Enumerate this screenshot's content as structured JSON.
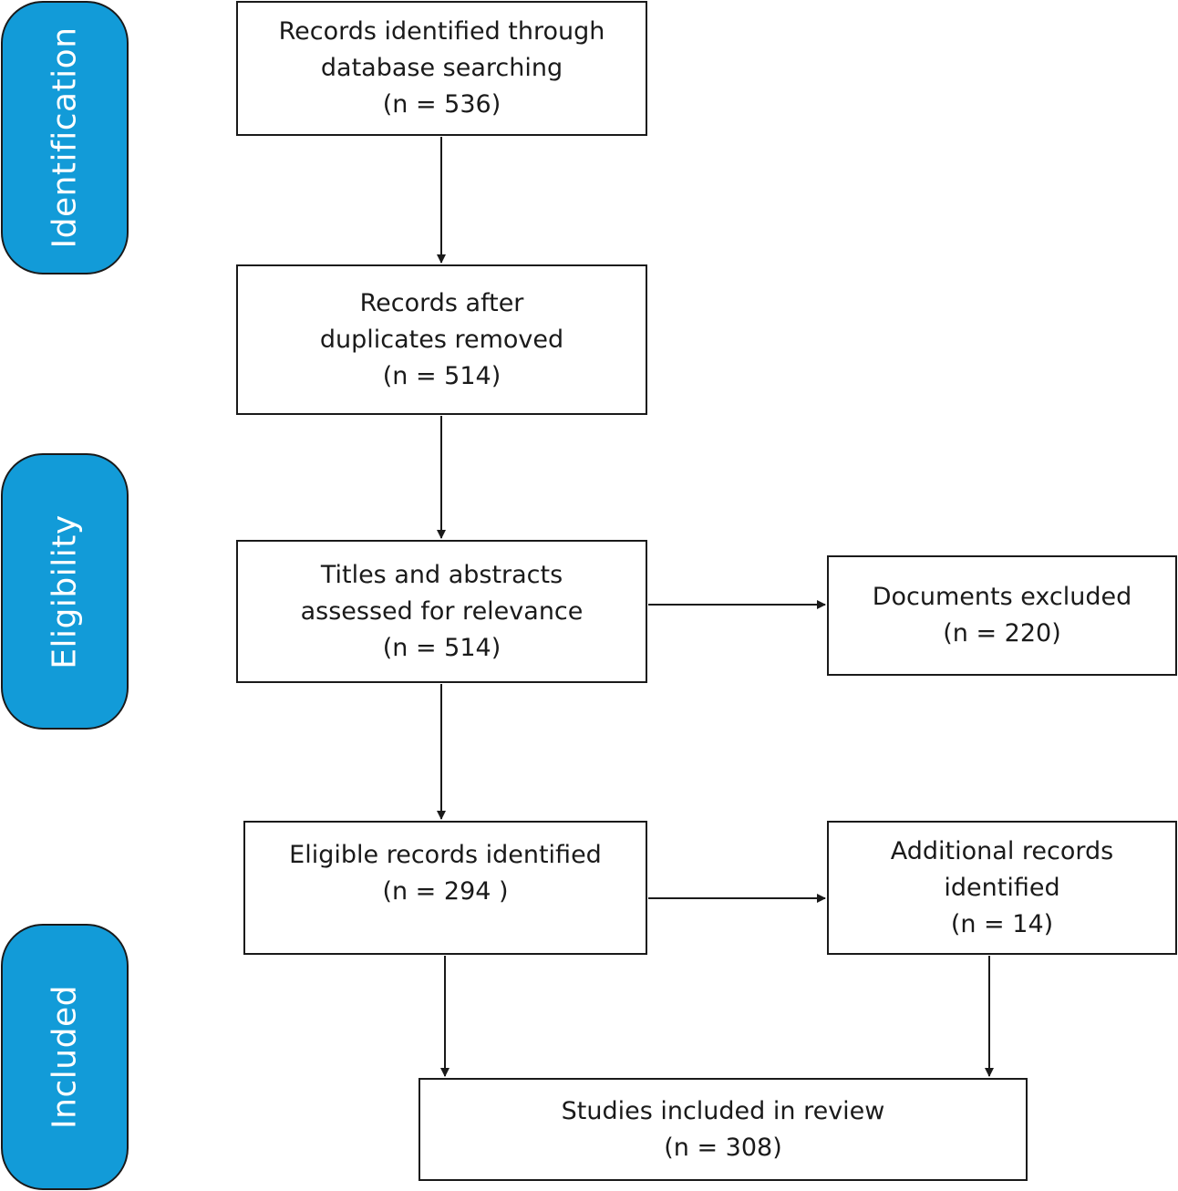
{
  "stages": {
    "identification": "Identification",
    "eligibility": "Eligibility",
    "included": "Included"
  },
  "boxes": {
    "records_identified": {
      "line1": "Records identified through",
      "line2": "database searching",
      "count": "(n = 536)"
    },
    "after_duplicates": {
      "line1": "Records after",
      "line2": "duplicates removed",
      "count": "(n = 514)"
    },
    "titles_abstracts": {
      "line1": "Titles and abstracts",
      "line2": "assessed for relevance",
      "count": "(n = 514)"
    },
    "documents_excluded": {
      "line1": "Documents excluded",
      "count": "(n = 220)"
    },
    "eligible_records": {
      "line1": "Eligible records identified",
      "count": "(n = 294 )"
    },
    "additional_records": {
      "line1": "Additional records",
      "line2": "identified",
      "count": "(n = 14)"
    },
    "studies_included": {
      "line1": "Studies included in review",
      "count": "(n = 308)"
    }
  },
  "colors": {
    "stage_fill": "#129bd8",
    "stroke": "#1a1a1a"
  }
}
